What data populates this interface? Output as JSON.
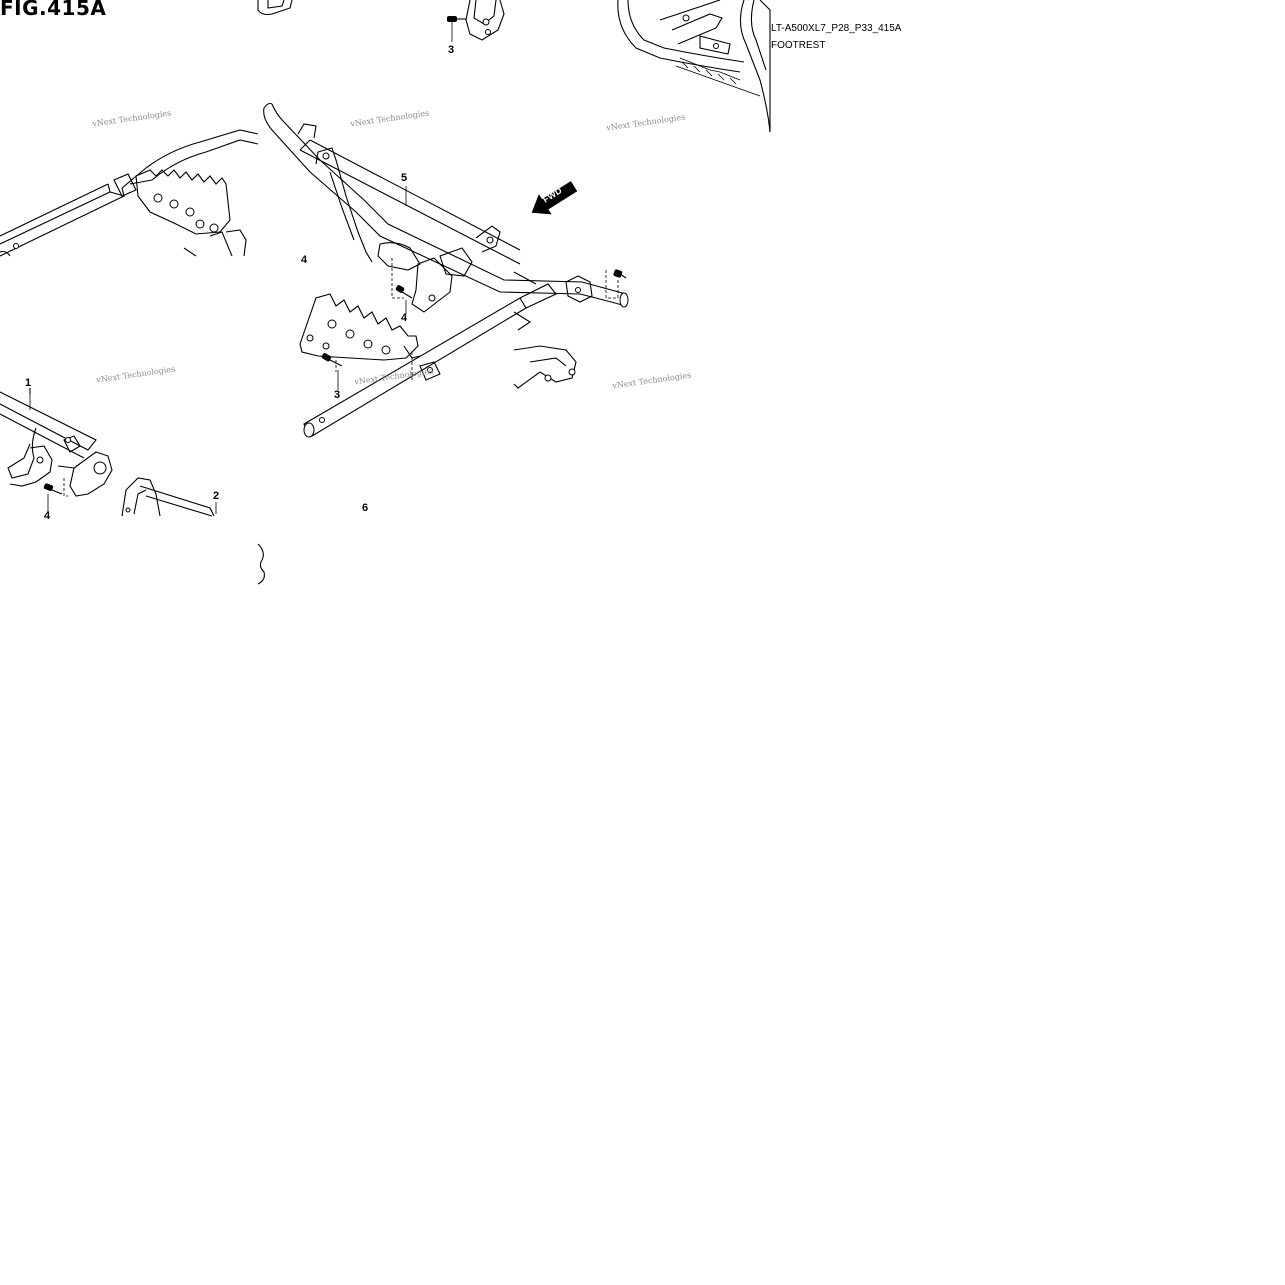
{
  "figure": {
    "title": "FIG.415A",
    "code": "LT-A500XL7_P28_P33_415A",
    "section": "FOOTREST"
  },
  "watermark": "vNext Technologies",
  "direction_label": "FWD",
  "callouts": {
    "top_bolt": "3",
    "main_frame": "5",
    "center_left_label": "4",
    "center_bolt_upper": "4",
    "center_bolt_lower": "3",
    "lower_left_bar": "1",
    "lower_left_bolt": "4",
    "lower_left_bracket": "2",
    "bottom_label": "6"
  }
}
